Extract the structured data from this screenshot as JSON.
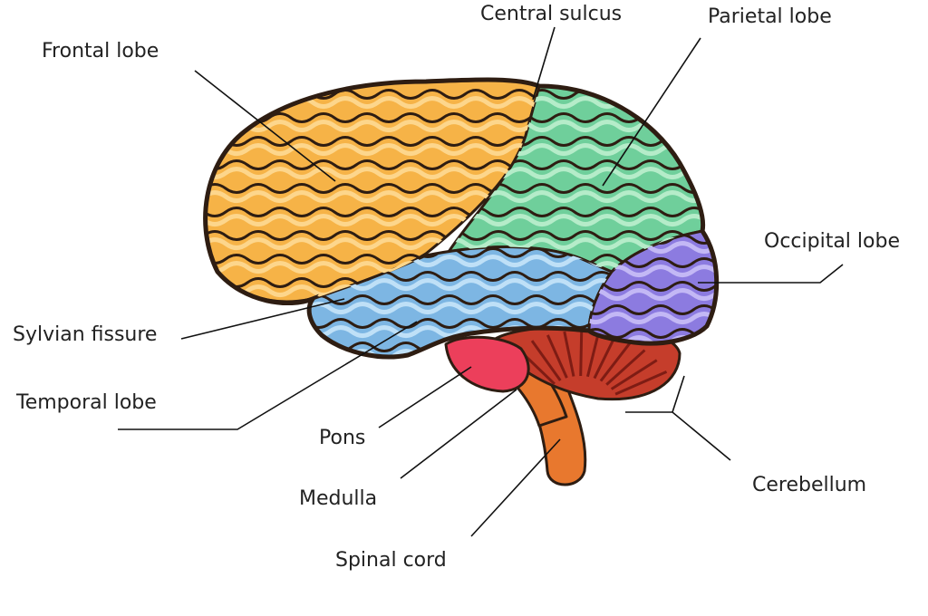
{
  "labels": {
    "frontal_lobe": "Frontal lobe",
    "central_sulcus": "Central sulcus",
    "parietal_lobe": "Parietal lobe",
    "occipital_lobe": "Occipital lobe",
    "sylvian_fissure": "Sylvian fissure",
    "temporal_lobe": "Temporal lobe",
    "pons": "Pons",
    "medulla": "Medulla",
    "cerebellum": "Cerebellum",
    "spinal_cord": "Spinal cord"
  },
  "colors": {
    "frontal": "#f6b347",
    "frontal_highlight": "#fdd68c",
    "parietal": "#6fcf9b",
    "parietal_highlight": "#b5ecc9",
    "temporal": "#7db6e3",
    "temporal_highlight": "#bfe0f7",
    "occipital": "#8c7be0",
    "occipital_highlight": "#c3b8f5",
    "cerebellum": "#c53d2b",
    "cerebellum_lines": "#7e1c14",
    "pons": "#ec3f5b",
    "brainstem": "#e8782e",
    "outline": "#2e1d12",
    "leader": "#111111"
  }
}
